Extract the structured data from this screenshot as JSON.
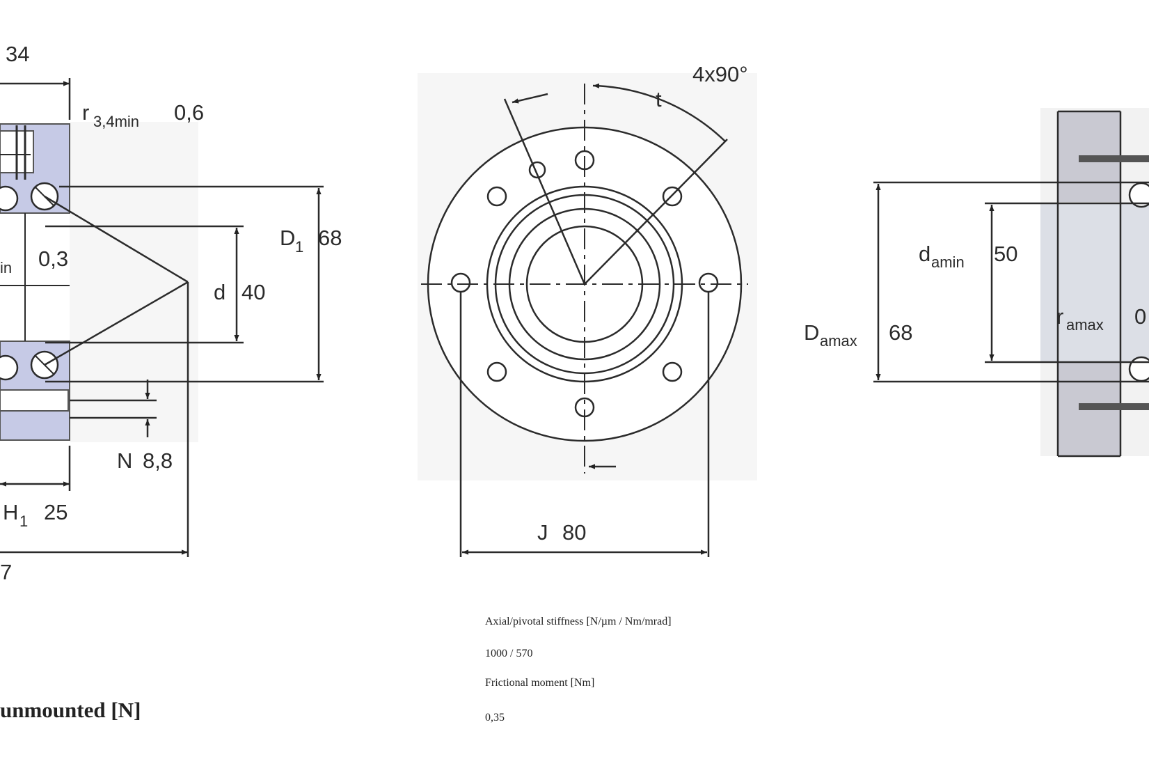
{
  "left_view": {
    "dim_34": "34",
    "r34_sym": "r",
    "r34_sub": "3,4min",
    "r34_val": "0,6",
    "D1_sym": "D",
    "D1_sub": "1",
    "D1_val": "68",
    "r_min_frag": "in",
    "r_min_val": "0,3",
    "d_sym": "d",
    "d_val": "40",
    "N_sym": "N",
    "N_val": "8,8",
    "H1_sym": "H",
    "H1_sub": "1",
    "H1_val": "25",
    "frag_7": "7"
  },
  "center_view": {
    "angle": "4x90°",
    "t_sym": "t",
    "J_sym": "J",
    "J_val": "80"
  },
  "right_view": {
    "damin_sym": "d",
    "damin_sub": "amin",
    "damin_val": "50",
    "Damax_sym": "D",
    "Damax_sub": "amax",
    "Damax_val": "68",
    "ramax_sym": "r",
    "ramax_sub": "amax",
    "ramax_frag": "0"
  },
  "info": {
    "stiffness_label": "Axial/pivotal stiffness [N/µm / Nm/mrad]",
    "stiffness_value": "1000 / 570",
    "friction_label": "Frictional moment [Nm]",
    "friction_value": "0,35"
  },
  "left_fragment_label": "unmounted [N]"
}
